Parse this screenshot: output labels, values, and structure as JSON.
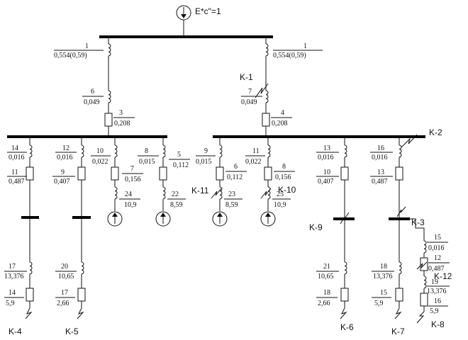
{
  "source": {
    "label": "E*c\"=1",
    "icon": "current-source-down-icon"
  },
  "branches": [
    {
      "id": "hv1",
      "num": "1",
      "val": "0,554(0,59)"
    },
    {
      "id": "hv2",
      "num": "1",
      "val": "0,554(0,59)"
    },
    {
      "id": "t1a",
      "num": "6",
      "val": "0,049"
    },
    {
      "id": "t1b",
      "num": "3",
      "val": "0,208"
    },
    {
      "id": "t2a",
      "num": "7",
      "val": "0,049"
    },
    {
      "id": "t2b",
      "num": "4",
      "val": "0,208"
    },
    {
      "id": "f1a",
      "num": "14",
      "val": "0,016"
    },
    {
      "id": "f1b",
      "num": "11",
      "val": "0,487"
    },
    {
      "id": "f1c",
      "num": "17",
      "val": "13,376"
    },
    {
      "id": "f1d",
      "num": "14",
      "val": "5,9"
    },
    {
      "id": "f2a",
      "num": "12",
      "val": "0,016"
    },
    {
      "id": "f2b",
      "num": "9",
      "val": "0,407"
    },
    {
      "id": "f2c",
      "num": "20",
      "val": "10,65"
    },
    {
      "id": "f2d",
      "num": "17",
      "val": "2,66"
    },
    {
      "id": "g1a",
      "num": "10",
      "val": "0,022"
    },
    {
      "id": "g1b",
      "num": "7",
      "val": "0,156"
    },
    {
      "id": "g1c",
      "num": "24",
      "val": "10,9"
    },
    {
      "id": "g2a",
      "num": "8",
      "val": "0,015"
    },
    {
      "id": "g2b",
      "num": "5",
      "val": "0,112"
    },
    {
      "id": "g2c",
      "num": "22",
      "val": "8,59"
    },
    {
      "id": "g3a",
      "num": "9",
      "val": "0,015"
    },
    {
      "id": "g3b",
      "num": "6",
      "val": "0,112"
    },
    {
      "id": "g3c",
      "num": "23",
      "val": "8,59"
    },
    {
      "id": "g4a",
      "num": "11",
      "val": "0,022"
    },
    {
      "id": "g4b",
      "num": "8",
      "val": "0,156"
    },
    {
      "id": "g4c",
      "num": "25",
      "val": "10,9"
    },
    {
      "id": "f3a",
      "num": "13",
      "val": "0,016"
    },
    {
      "id": "f3b",
      "num": "10",
      "val": "0,407"
    },
    {
      "id": "f3c",
      "num": "21",
      "val": "10,65"
    },
    {
      "id": "f3d",
      "num": "18",
      "val": "2,66"
    },
    {
      "id": "f4a",
      "num": "16",
      "val": "0,016"
    },
    {
      "id": "f4b",
      "num": "13",
      "val": "0,487"
    },
    {
      "id": "f4c",
      "num": "18",
      "val": "13,376"
    },
    {
      "id": "f4d",
      "num": "15",
      "val": "5,9"
    },
    {
      "id": "e1",
      "num": "15",
      "val": "0,016"
    },
    {
      "id": "e2",
      "num": "12",
      "val": "0,487"
    },
    {
      "id": "e3",
      "num": "19",
      "val": "13,376"
    },
    {
      "id": "e4",
      "num": "16",
      "val": "5,9"
    }
  ],
  "faults": [
    "K-1",
    "K-2",
    "K-3",
    "K-4",
    "K-5",
    "K-6",
    "K-7",
    "K-8",
    "K-9",
    "K-10",
    "K-11",
    "K-12"
  ]
}
